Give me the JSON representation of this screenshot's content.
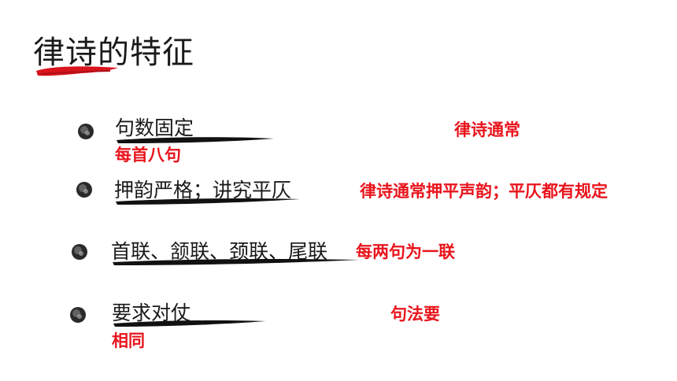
{
  "title": "律诗的特征",
  "accent_color": "#e8141c",
  "items": [
    {
      "label": "句数固定",
      "note_a": "律诗通常",
      "note_b": "每首八句"
    },
    {
      "label": "押韵严格；讲究平仄",
      "note": "律诗通常押平声韵；平仄都有规定"
    },
    {
      "label": "首联、颔联、颈联、尾联",
      "note": "每两句为一联"
    },
    {
      "label": "要求对仗",
      "note_a": "句法要",
      "note_b": "相同"
    }
  ]
}
